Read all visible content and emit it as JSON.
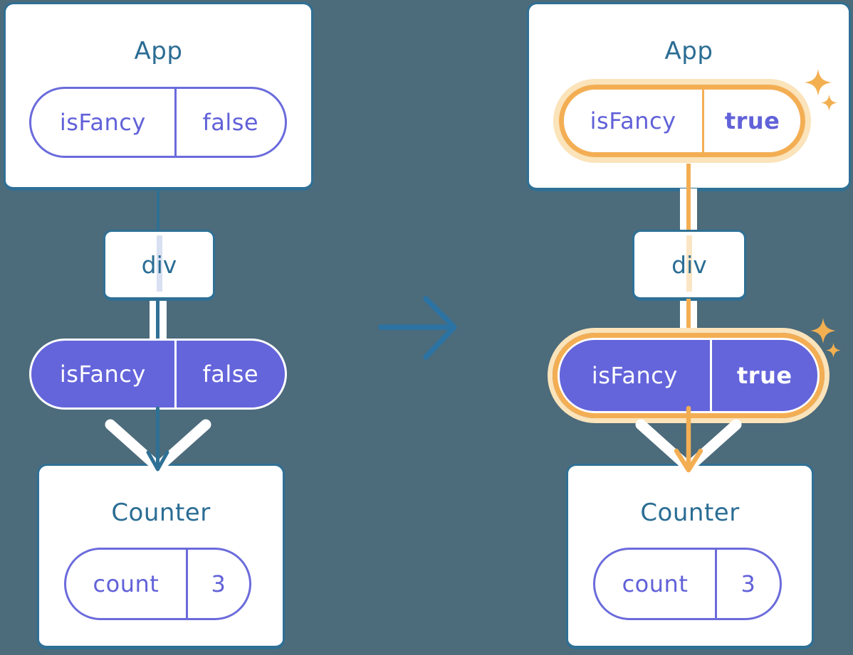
{
  "diagram_title": "Updating state in App passes isFancy prop down through div to Counter",
  "colors": {
    "background": "#4C6B7B",
    "teal_border": "#2F7095",
    "teal_text": "#2B6D94",
    "transition_arrow": "#2B73A3",
    "purple_fill": "#6465DB",
    "purple_text": "#6161D9",
    "purple_border": "#6B6BDC",
    "highlight_orange": "#F3AE54",
    "highlight_halo": "#FBE3BA",
    "sparkle": "#F2B051",
    "lavender_line": "#D8E0F2",
    "cream_line": "#FAE5C4",
    "white": "#FFFFFF"
  },
  "icons": {
    "transition": "right-arrow",
    "highlight": "sparkles",
    "props_flow": "chevron-down",
    "render_edge_before": "teal-down-arrow",
    "render_edge_after": "orange-down-arrow"
  },
  "before": {
    "app_title": "App",
    "app_prop": {
      "name": "isFancy",
      "value": "false"
    },
    "div_label": "div",
    "passed_prop": {
      "name": "isFancy",
      "value": "false"
    },
    "counter_title": "Counter",
    "counter_state": {
      "name": "count",
      "value": "3"
    }
  },
  "after": {
    "app_title": "App",
    "app_prop": {
      "name": "isFancy",
      "value": "true"
    },
    "div_label": "div",
    "passed_prop": {
      "name": "isFancy",
      "value": "true"
    },
    "counter_title": "Counter",
    "counter_state": {
      "name": "count",
      "value": "3"
    }
  }
}
